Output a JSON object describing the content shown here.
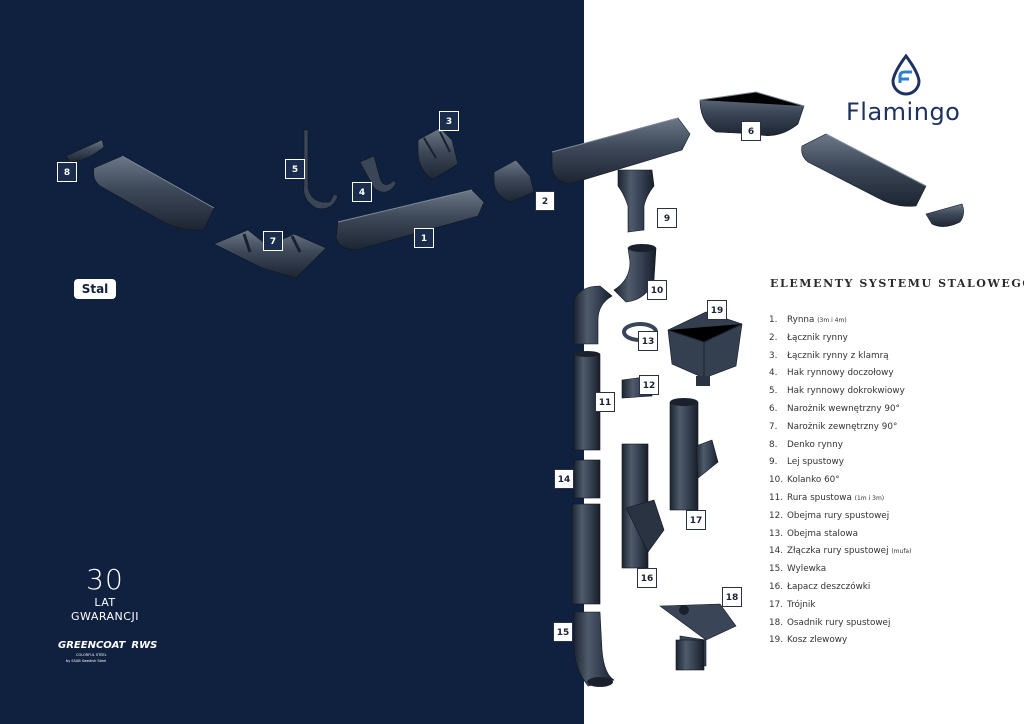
{
  "badge": "Stal",
  "guarantee": {
    "number": "30",
    "line1": "LAT",
    "line2": "GWARANCJI"
  },
  "brands": {
    "greencoat": "GREENCOAT",
    "rws": "RWS",
    "sub1": "COLORFUL STEEL",
    "sub2": "by SSAB Swedish Steel"
  },
  "logo": {
    "name": "Flamingo",
    "color": "#1d3260"
  },
  "list_title": "ELEMENTY SYSTEMU STALOWEGO",
  "parts": [
    {
      "num": "1.",
      "name": "Rynna",
      "note": "(3m i 4m)"
    },
    {
      "num": "2.",
      "name": "Łącznik rynny",
      "note": ""
    },
    {
      "num": "3.",
      "name": "Łącznik rynny z klamrą",
      "note": ""
    },
    {
      "num": "4.",
      "name": "Hak rynnowy doczołowy",
      "note": ""
    },
    {
      "num": "5.",
      "name": "Hak rynnowy dokrokwiowy",
      "note": ""
    },
    {
      "num": "6.",
      "name": "Narożnik wewnętrzny 90°",
      "note": ""
    },
    {
      "num": "7.",
      "name": "Narożnik zewnętrzny 90°",
      "note": ""
    },
    {
      "num": "8.",
      "name": "Denko rynny",
      "note": ""
    },
    {
      "num": "9.",
      "name": "Lej spustowy",
      "note": ""
    },
    {
      "num": "10.",
      "name": "Kolanko 60°",
      "note": ""
    },
    {
      "num": "11.",
      "name": "Rura spustowa",
      "note": "(1m i 3m)"
    },
    {
      "num": "12.",
      "name": "Obejma rury spustowej",
      "note": ""
    },
    {
      "num": "13.",
      "name": "Obejma stalowa",
      "note": ""
    },
    {
      "num": "14.",
      "name": "Złączka rury spustowej",
      "note": "(mufa)"
    },
    {
      "num": "15.",
      "name": "Wylewka",
      "note": ""
    },
    {
      "num": "16.",
      "name": "Łapacz deszczówki",
      "note": ""
    },
    {
      "num": "17.",
      "name": "Trójnik",
      "note": ""
    },
    {
      "num": "18.",
      "name": "Osadnik rury spustowej",
      "note": ""
    },
    {
      "num": "19.",
      "name": "Kosz zlewowy",
      "note": ""
    }
  ],
  "callouts": [
    "1",
    "2",
    "3",
    "4",
    "5",
    "6",
    "7",
    "8",
    "9",
    "10",
    "11",
    "12",
    "13",
    "14",
    "15",
    "16",
    "17",
    "18",
    "19"
  ],
  "colors": {
    "navy_panel": "#10213f",
    "part_gray": "#3a4658",
    "part_dark": "#1f2836"
  }
}
